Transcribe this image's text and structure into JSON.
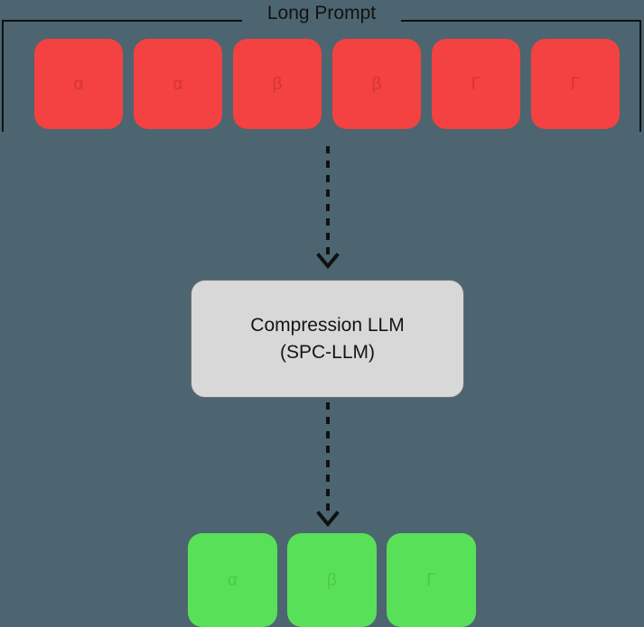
{
  "diagram": {
    "background_color": "#4c6570",
    "title": "Long Prompt",
    "input_group": {
      "label": "Long Prompt",
      "box_color": "#f44141",
      "text_color": "#d23636",
      "tokens": [
        {
          "label": "α"
        },
        {
          "label": "α"
        },
        {
          "label": "β"
        },
        {
          "label": "β"
        },
        {
          "label": "Γ"
        },
        {
          "label": "Γ"
        }
      ]
    },
    "process": {
      "line1": "Compression LLM",
      "line2": "(SPC-LLM)",
      "box_color": "#d8d8d8",
      "border_color": "#6d6d6d",
      "text_color": "#141414"
    },
    "output_group": {
      "box_color": "#58e158",
      "text_color": "#4cc84c",
      "tokens": [
        {
          "label": "α"
        },
        {
          "label": "β"
        },
        {
          "label": "Γ"
        }
      ]
    },
    "arrows": [
      {
        "name": "input-to-compressor",
        "style": "dashed",
        "direction": "down"
      },
      {
        "name": "compressor-to-output",
        "style": "dashed",
        "direction": "down"
      }
    ]
  }
}
